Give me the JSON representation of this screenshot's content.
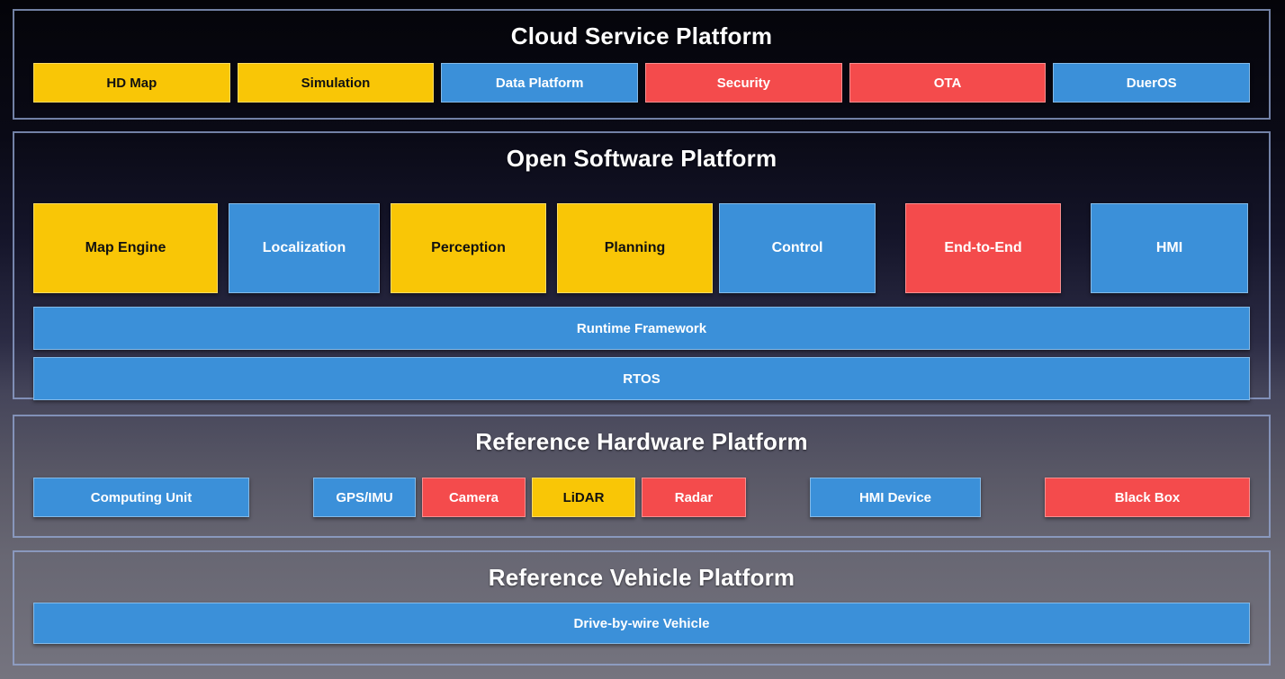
{
  "colors": {
    "blue": "#3B90D9",
    "yellow": "#F9C606",
    "red": "#F44B4C"
  },
  "sections": {
    "cloud": {
      "title": "Cloud Service Platform",
      "items": [
        {
          "label": "HD Map",
          "color": "yellow"
        },
        {
          "label": "Simulation",
          "color": "yellow"
        },
        {
          "label": "Data Platform",
          "color": "blue"
        },
        {
          "label": "Security",
          "color": "red"
        },
        {
          "label": "OTA",
          "color": "red"
        },
        {
          "label": "DuerOS",
          "color": "blue"
        }
      ]
    },
    "software": {
      "title": "Open Software Platform",
      "modules": [
        {
          "label": "Map Engine",
          "color": "yellow"
        },
        {
          "label": "Localization",
          "color": "blue"
        },
        {
          "label": "Perception",
          "color": "yellow"
        },
        {
          "label": "Planning",
          "color": "yellow"
        },
        {
          "label": "Control",
          "color": "blue"
        },
        {
          "label": "End-to-End",
          "color": "red"
        },
        {
          "label": "HMI",
          "color": "blue"
        }
      ],
      "bars": [
        {
          "label": "Runtime Framework",
          "color": "blue"
        },
        {
          "label": "RTOS",
          "color": "blue"
        }
      ]
    },
    "hardware": {
      "title": "Reference Hardware Platform",
      "computing": {
        "label": "Computing Unit",
        "color": "blue"
      },
      "sensors": [
        {
          "label": "GPS/IMU",
          "color": "blue"
        },
        {
          "label": "Camera",
          "color": "red"
        },
        {
          "label": "LiDAR",
          "color": "yellow"
        },
        {
          "label": "Radar",
          "color": "red"
        }
      ],
      "hmi_device": {
        "label": "HMI Device",
        "color": "blue"
      },
      "black_box": {
        "label": "Black Box",
        "color": "red"
      }
    },
    "vehicle": {
      "title": "Reference Vehicle Platform",
      "bar": {
        "label": "Drive-by-wire Vehicle",
        "color": "blue"
      }
    }
  }
}
